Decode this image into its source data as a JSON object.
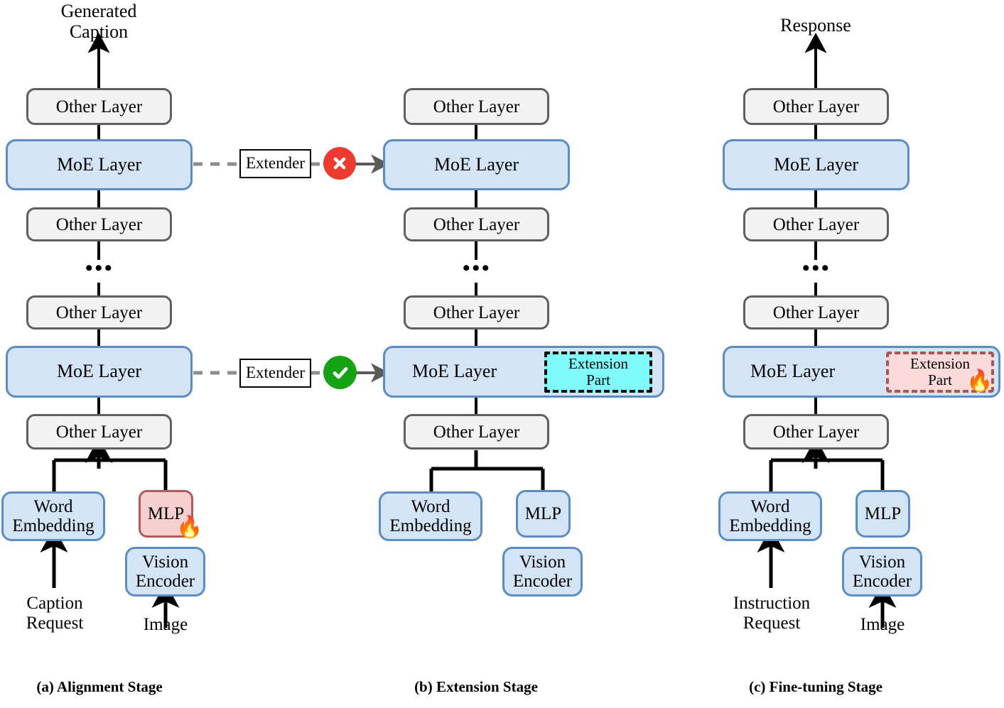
{
  "figure": {
    "title": "Three-stage training pipeline of a MoE multimodal model",
    "type": "diagram"
  },
  "colors": {
    "moe_fill": "#d4e4f7",
    "moe_border": "#5b8cc4",
    "other_fill": "#f2f2f2",
    "other_border": "#5f5f5f",
    "mlp_trainable_fill": "#f6cfcf",
    "mlp_trainable_border": "#b05a5a",
    "extension_cyan_fill": "#7ffbfb",
    "extension_cyan_border": "#0a0a0a",
    "extension_pink_fill": "#fadada",
    "extension_pink_border": "#a85555",
    "badge_reject": "#ee3b2f",
    "badge_accept": "#16a215",
    "wire": "#000000",
    "dashed_wire": "#808080"
  },
  "labels": {
    "other_layer": "Other Layer",
    "moe_layer": "MoE Layer",
    "word_embedding": "Word\nEmbedding",
    "mlp": "MLP",
    "vision_encoder": "Vision\nEncoder",
    "extender": "Extender",
    "extension_part": "Extension\nPart",
    "ellipsis": "•••",
    "fire_icon": "🔥"
  },
  "panels": [
    {
      "id": "a",
      "caption": "(a) Alignment Stage",
      "output_label": "Generated\nCaption",
      "inputs": [
        {
          "name": "text-input",
          "label": "Caption\nRequest"
        },
        {
          "name": "image-input",
          "label": "Image"
        }
      ],
      "stack": [
        {
          "type": "other",
          "label": "Other Layer"
        },
        {
          "type": "moe",
          "label": "MoE Layer",
          "extended": false
        },
        {
          "type": "other",
          "label": "Other Layer"
        },
        {
          "type": "ellipsis",
          "label": "•••"
        },
        {
          "type": "other",
          "label": "Other Layer"
        },
        {
          "type": "moe",
          "label": "MoE Layer",
          "extended": false
        },
        {
          "type": "other",
          "label": "Other Layer"
        }
      ],
      "encoders": {
        "word_embedding": "Word\nEmbedding",
        "mlp": "MLP",
        "mlp_trainable": true,
        "vision_encoder": "Vision\nEncoder",
        "vision_trainable": false
      }
    },
    {
      "id": "b",
      "caption": "(b) Extension Stage",
      "output_label": "",
      "inputs": [],
      "stack": [
        {
          "type": "other",
          "label": "Other Layer"
        },
        {
          "type": "moe",
          "label": "MoE Layer",
          "extended": false
        },
        {
          "type": "other",
          "label": "Other Layer"
        },
        {
          "type": "ellipsis",
          "label": "•••"
        },
        {
          "type": "other",
          "label": "Other Layer"
        },
        {
          "type": "moe",
          "label": "MoE Layer",
          "extended": true,
          "extension_label": "Extension\nPart",
          "extension_style": "cyan"
        },
        {
          "type": "other",
          "label": "Other Layer"
        }
      ],
      "encoders": {
        "word_embedding": "Word\nEmbedding",
        "mlp": "MLP",
        "mlp_trainable": false,
        "vision_encoder": "Vision\nEncoder",
        "vision_trainable": false
      }
    },
    {
      "id": "c",
      "caption": "(c) Fine-tuning Stage",
      "output_label": "Response",
      "inputs": [
        {
          "name": "text-input",
          "label": "Instruction\nRequest"
        },
        {
          "name": "image-input",
          "label": "Image"
        }
      ],
      "stack": [
        {
          "type": "other",
          "label": "Other Layer"
        },
        {
          "type": "moe",
          "label": "MoE Layer",
          "extended": false
        },
        {
          "type": "other",
          "label": "Other Layer"
        },
        {
          "type": "ellipsis",
          "label": "•••"
        },
        {
          "type": "other",
          "label": "Other Layer"
        },
        {
          "type": "moe",
          "label": "MoE Layer",
          "extended": true,
          "extension_label": "Extension\nPart",
          "extension_style": "pink",
          "extension_trainable": true
        },
        {
          "type": "other",
          "label": "Other Layer"
        }
      ],
      "encoders": {
        "word_embedding": "Word\nEmbedding",
        "mlp": "MLP",
        "mlp_trainable": false,
        "vision_encoder": "Vision\nEncoder",
        "vision_trainable": false
      }
    }
  ],
  "transitions": [
    {
      "id": "upper",
      "label": "Extender",
      "result": "rejected",
      "badge_glyph": "✕",
      "badge_color": "#ee3b2f",
      "from_panel": "a",
      "to_panel": "b"
    },
    {
      "id": "lower",
      "label": "Extender",
      "result": "accepted",
      "badge_glyph": "✓",
      "badge_color": "#16a215",
      "from_panel": "a",
      "to_panel": "b"
    }
  ]
}
